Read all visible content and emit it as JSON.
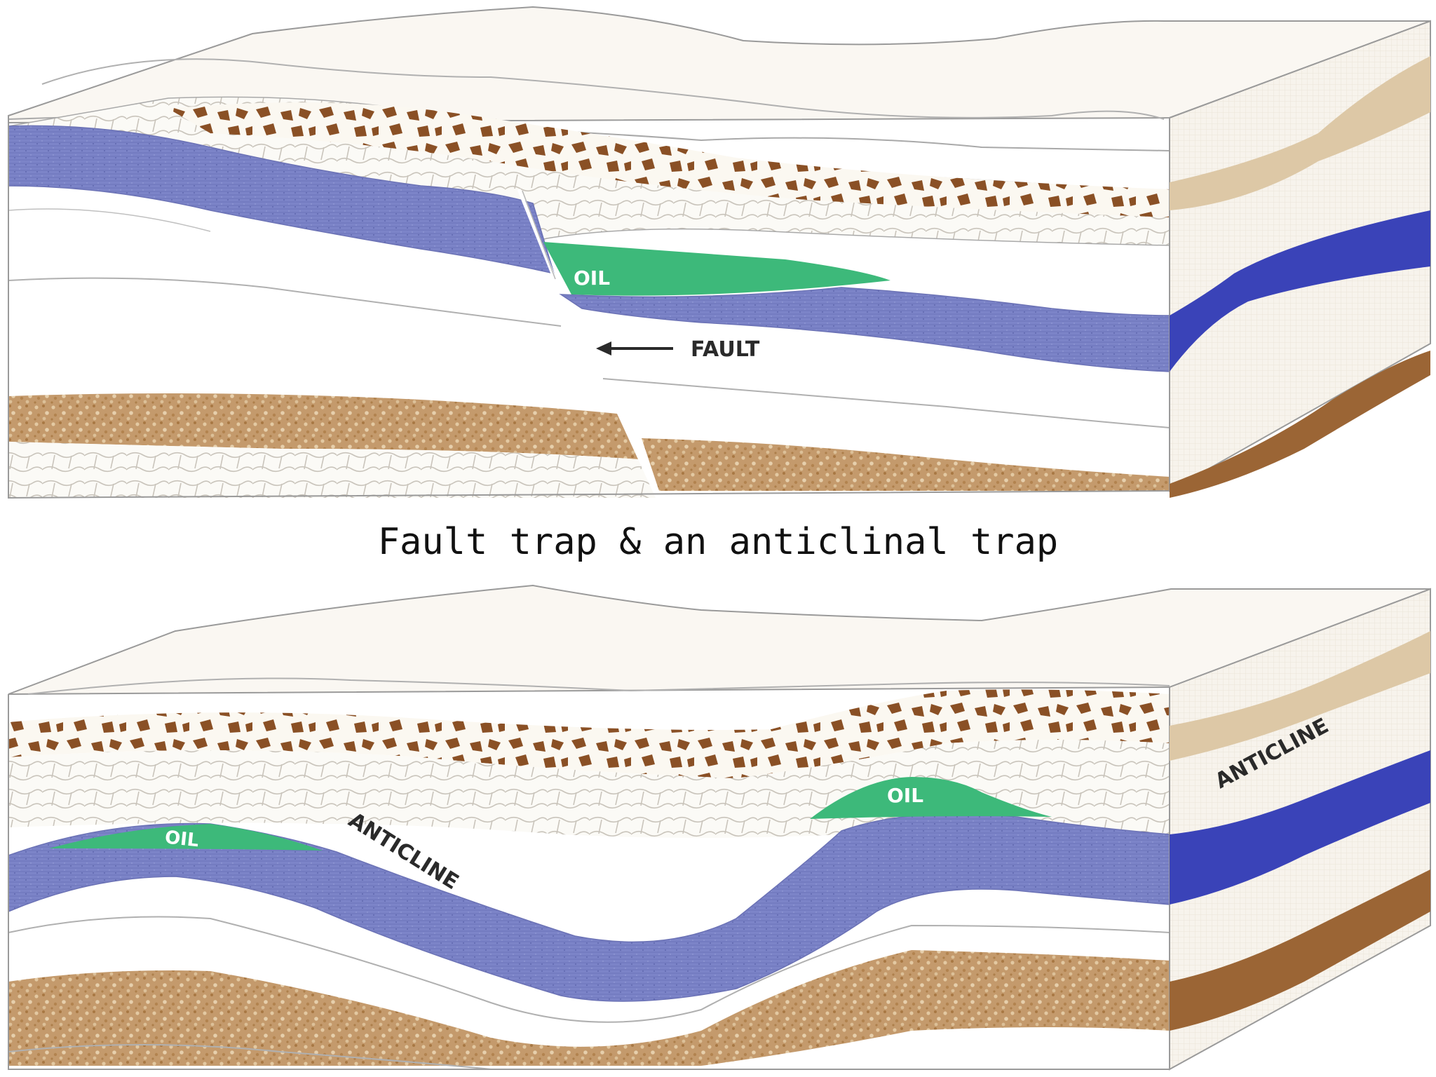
{
  "caption": "Fault trap & an anticlinal trap",
  "fault_diagram": {
    "oil_label": "OIL",
    "fault_label": "FAULT"
  },
  "anticline_diagram": {
    "oil_label_left": "OIL",
    "oil_label_right": "OIL",
    "anticline_label_center": "ANTICLINE",
    "anticline_label_side": "ANTICLINE"
  },
  "colors": {
    "oil": "#3db97a",
    "reservoir": "#7c84c8",
    "reservoir_side": "#3a43b8",
    "sandstone": "#c49a6c",
    "sandstone_side": "#9b6535",
    "conglomerate_chip": "#8a5025",
    "tan_side": "#ddc8a6"
  }
}
